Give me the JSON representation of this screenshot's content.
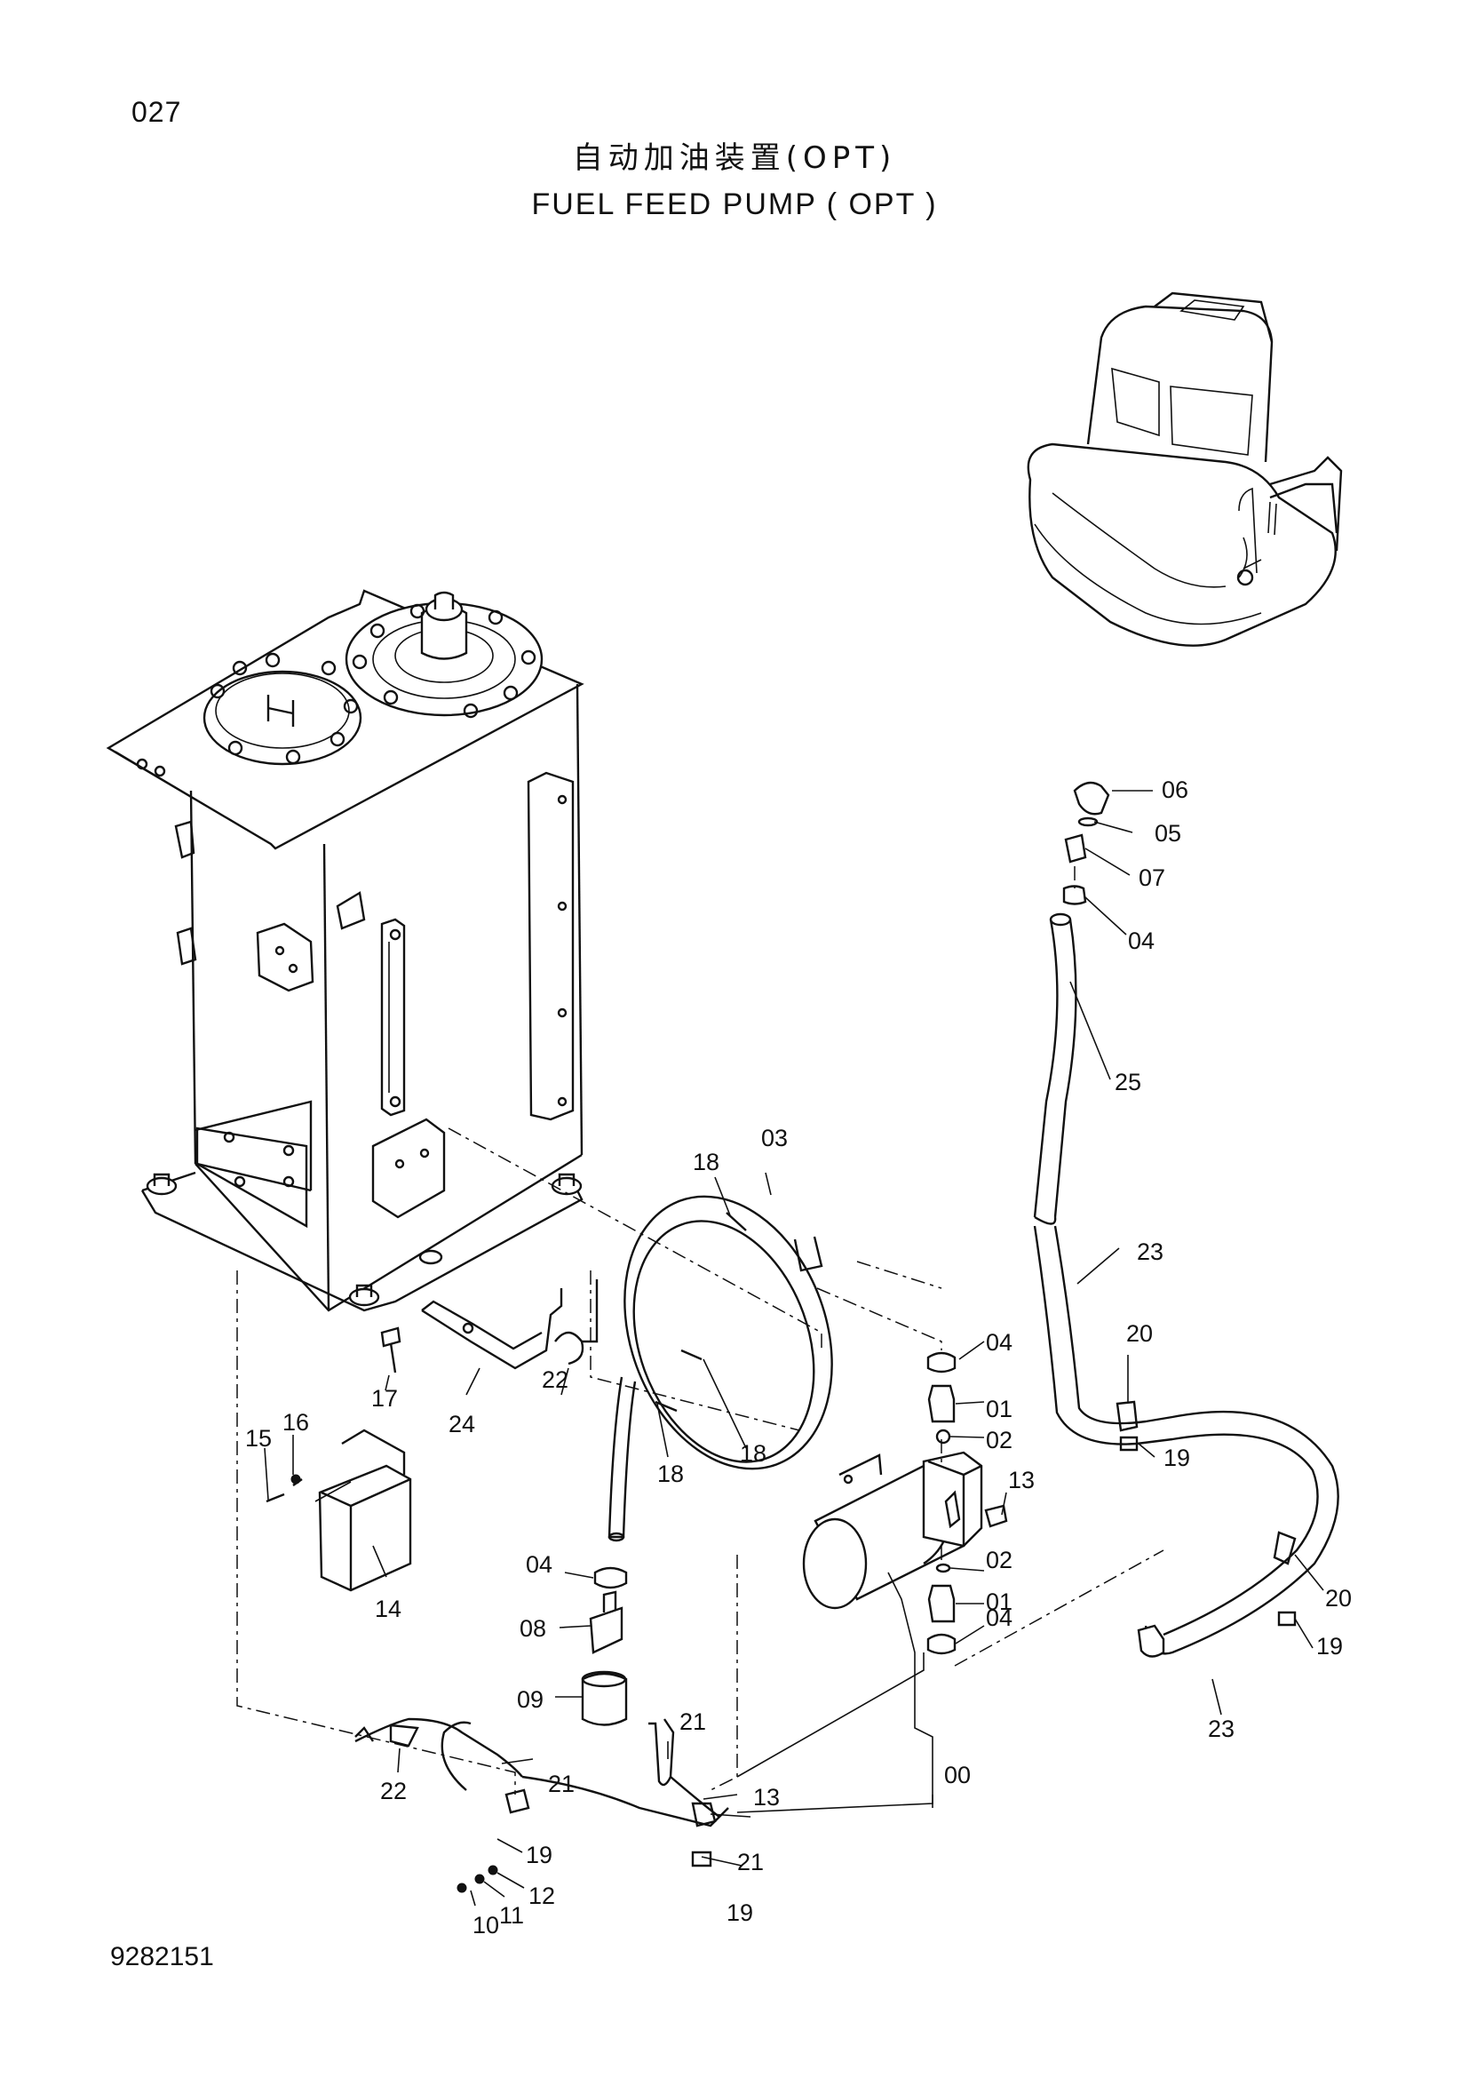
{
  "page_number": "027",
  "title_cn": "自动加油装置(OPT)",
  "title_en": "FUEL  FEED  PUMP ( OPT )",
  "drawing_number": "9282151",
  "callouts": [
    "00",
    "01",
    "01",
    "02",
    "02",
    "03",
    "04",
    "04",
    "04",
    "04",
    "05",
    "06",
    "07",
    "08",
    "09",
    "10",
    "11",
    "12",
    "13",
    "13",
    "14",
    "15",
    "16",
    "17",
    "18",
    "18",
    "18",
    "19",
    "19",
    "19",
    "19",
    "20",
    "20",
    "21",
    "21",
    "21",
    "22",
    "22",
    "23",
    "23",
    "24",
    "25"
  ],
  "icons": [
    "excavator-locator-icon",
    "fuel-tank-icon",
    "fuel-feed-pump-icon"
  ]
}
